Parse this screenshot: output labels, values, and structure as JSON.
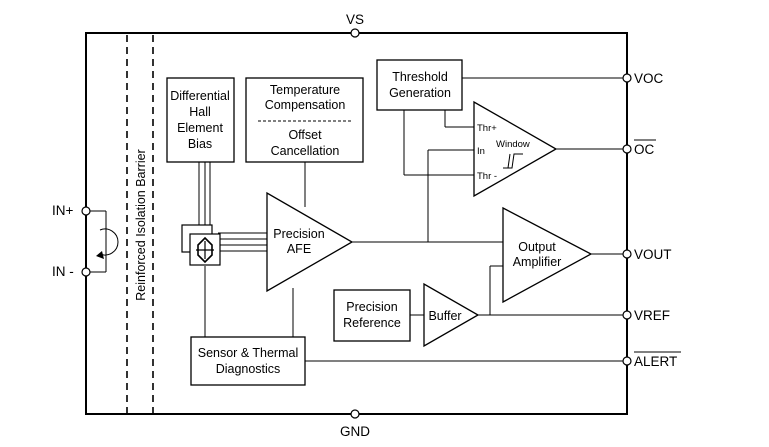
{
  "pins": {
    "vs": "VS",
    "gnd": "GND",
    "in_plus": "IN+",
    "in_minus": "IN -",
    "voc": "VOC",
    "oc": "OC",
    "vout": "VOUT",
    "vref": "VREF",
    "alert": "ALERT"
  },
  "barrier": {
    "label": "Reinforced Isolation Barrier"
  },
  "blocks": {
    "hall_bias": [
      "Differential",
      "Hall",
      "Element",
      "Bias"
    ],
    "temp_comp": [
      "Temperature",
      "Compensation"
    ],
    "offset": [
      "Offset",
      "Cancellation"
    ],
    "threshold": [
      "Threshold",
      "Generation"
    ],
    "afe": [
      "Precision",
      "AFE"
    ],
    "window": {
      "label": "Window",
      "thr_plus": "Thr+",
      "in": "In",
      "thr_minus": "Thr -"
    },
    "output_amp": [
      "Output",
      "Amplifier"
    ],
    "reference": [
      "Precision",
      "Reference"
    ],
    "buffer": "Buffer",
    "diagnostics": [
      "Sensor & Thermal",
      "Diagnostics"
    ]
  }
}
